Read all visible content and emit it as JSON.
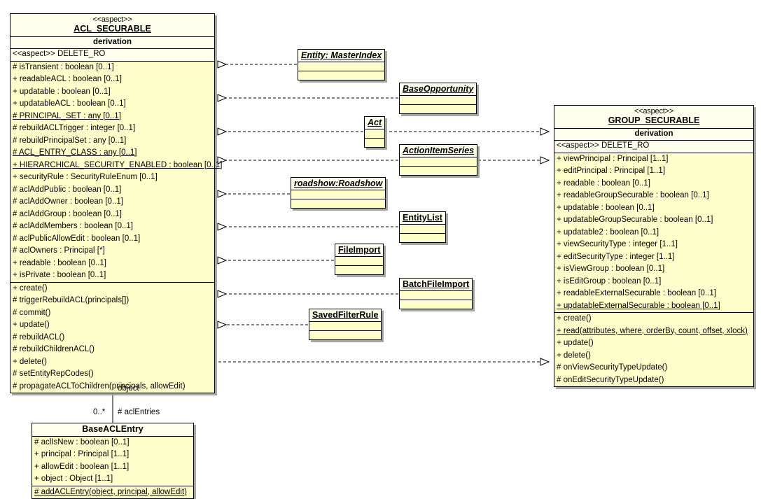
{
  "diagram": {
    "type": "uml-class-diagram",
    "colors": {
      "class_fill": "#ffffcc",
      "header_fill": "#ffffee",
      "border": "#000000",
      "shadow": "#969696",
      "background": "#ffffff"
    }
  },
  "acl_securable": {
    "stereotype": "<<aspect>>",
    "name": "ACL_SECURABLE",
    "derivation_label": "derivation",
    "tag": "<<aspect>> DELETE_RO",
    "attributes": [
      {
        "text": "# isTransient : boolean [0..1]",
        "static": false
      },
      {
        "text": "+ readableACL : boolean [0..1]",
        "static": false
      },
      {
        "text": "+ updatable : boolean [0..1]",
        "static": false
      },
      {
        "text": "+ updatableACL : boolean [0..1]",
        "static": false
      },
      {
        "text": "# PRINCIPAL_SET : any [0..1]",
        "static": true
      },
      {
        "text": "# rebuildACLTrigger : integer [0..1]",
        "static": false
      },
      {
        "text": "# rebuildPrincipalSet : any [0..1]",
        "static": false
      },
      {
        "text": "# ACL_ENTRY_CLASS : any [0..1]",
        "static": true
      },
      {
        "text": "+ HIERARCHICAL_SECURITY_ENABLED : boolean [0..1]",
        "static": true
      },
      {
        "text": "+ securityRule : SecurityRuleEnum [0..1]",
        "static": false
      },
      {
        "text": "# aclAddPublic : boolean [0..1]",
        "static": false
      },
      {
        "text": "# aclAddOwner : boolean [0..1]",
        "static": false
      },
      {
        "text": "# aclAddGroup : boolean [0..1]",
        "static": false
      },
      {
        "text": "# aclAddMembers : boolean [0..1]",
        "static": false
      },
      {
        "text": "# aclPublicAllowEdit : boolean [0..1]",
        "static": false
      },
      {
        "text": "# aclOwners : Principal [*]",
        "static": false
      },
      {
        "text": "+ readable : boolean [0..1]",
        "static": false
      },
      {
        "text": "+ isPrivate : boolean [0..1]",
        "static": false
      }
    ],
    "methods": [
      {
        "text": "+ create()",
        "static": false
      },
      {
        "text": "# triggerRebuildACL(principals[])",
        "static": false
      },
      {
        "text": "# commit()",
        "static": false
      },
      {
        "text": "+ update()",
        "static": false
      },
      {
        "text": "# rebuildACL()",
        "static": false
      },
      {
        "text": "# rebuildChildrenACL()",
        "static": false
      },
      {
        "text": "+ delete()",
        "static": false
      },
      {
        "text": "# setEntityRepCodes()",
        "static": false
      },
      {
        "text": "# propagateACLToChildren(principals, allowEdit)",
        "static": false
      }
    ]
  },
  "group_securable": {
    "stereotype": "<<aspect>>",
    "name": "GROUP_SECURABLE",
    "derivation_label": "derivation",
    "tag": "<<aspect>> DELETE_RO",
    "attributes": [
      {
        "text": "+ viewPrincipal : Principal [1..1]",
        "static": false
      },
      {
        "text": "+ editPrincipal : Principal [1..1]",
        "static": false
      },
      {
        "text": "+ readable : boolean [0..1]",
        "static": false
      },
      {
        "text": "+ readableGroupSecurable : boolean [0..1]",
        "static": false
      },
      {
        "text": "+ updatable : boolean [0..1]",
        "static": false
      },
      {
        "text": "+ updatableGroupSecurable : boolean [0..1]",
        "static": false
      },
      {
        "text": "+ updatable2 : boolean [0..1]",
        "static": false
      },
      {
        "text": "+ viewSecurityType : integer [1..1]",
        "static": false
      },
      {
        "text": "+ editSecurityType : integer [1..1]",
        "static": false
      },
      {
        "text": "+ isViewGroup : boolean [0..1]",
        "static": false
      },
      {
        "text": "+ isEditGroup : boolean [0..1]",
        "static": false
      },
      {
        "text": "+ readableExternalSecurable : boolean [0..1]",
        "static": false
      },
      {
        "text": "+ updatableExternalSecurable : boolean [0..1]",
        "static": true
      }
    ],
    "methods": [
      {
        "text": "+ create()",
        "static": false
      },
      {
        "text": "+ read(attributes, where, orderBy, count, offset, xlock)",
        "static": true
      },
      {
        "text": "+ update()",
        "static": false
      },
      {
        "text": "+ delete()",
        "static": false
      },
      {
        "text": "# onViewSecurityTypeUpdate()",
        "static": false
      },
      {
        "text": "# onEditSecurityTypeUpdate()",
        "static": false
      }
    ]
  },
  "base_acl_entry": {
    "name": "BaseACLEntry",
    "attributes": [
      {
        "text": "# aclIsNew : boolean [0..1]",
        "static": false
      },
      {
        "text": "+ principal : Principal [1..1]",
        "static": false
      },
      {
        "text": "+ allowEdit : boolean [1..1]",
        "static": false
      },
      {
        "text": "+ object : Object [1..1]",
        "static": false
      }
    ],
    "methods": [
      {
        "text": "# addACLEntry(object, principal, allowEdit)",
        "static": true
      }
    ]
  },
  "stub_classes": [
    {
      "key": "entity_masterindex",
      "name": "Entity: MasterIndex",
      "italic": true
    },
    {
      "key": "base_opportunity",
      "name": "BaseOpportunity",
      "italic": true
    },
    {
      "key": "act",
      "name": "Act",
      "italic": true
    },
    {
      "key": "action_item_series",
      "name": "ActionItemSeries",
      "italic": true
    },
    {
      "key": "roadshow",
      "name": "roadshow:Roadshow",
      "italic": true
    },
    {
      "key": "entity_list",
      "name": "EntityList",
      "italic": false
    },
    {
      "key": "file_import",
      "name": "FileImport",
      "italic": false
    },
    {
      "key": "batch_file_import",
      "name": "BatchFileImport",
      "italic": false
    },
    {
      "key": "saved_filter_rule",
      "name": "SavedFilterRule",
      "italic": false
    }
  ],
  "association": {
    "role_source": "object",
    "multiplicity": "0..*",
    "role_target": "# aclEntries"
  }
}
